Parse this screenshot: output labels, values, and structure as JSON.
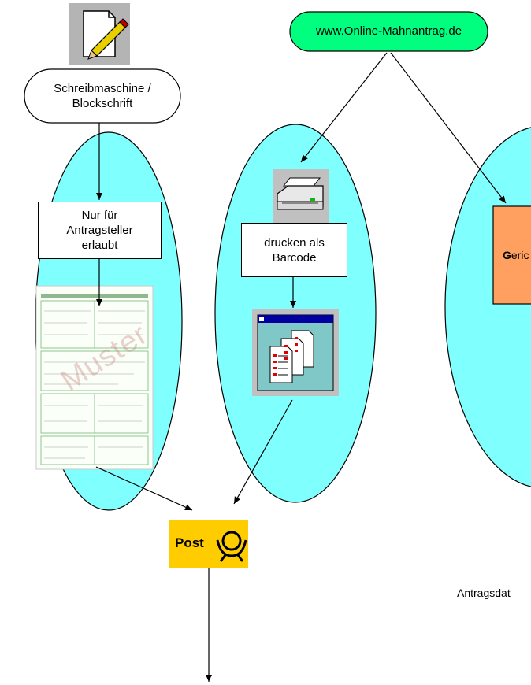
{
  "nodes": {
    "online_portal": "www.Online-Mahnantrag.de",
    "typewriter": [
      "Schreibmaschine /",
      "Blockschrift"
    ],
    "applicant_only": [
      "Nur für",
      "Antragsteller",
      "erlaubt"
    ],
    "print_barcode": [
      "drucken als",
      "Barcode"
    ],
    "court_partial": "Geric",
    "form_watermark": "Muster",
    "post": "Post",
    "application_data_partial": "Antragsdat"
  },
  "icons": [
    "edit-document-icon",
    "printer-icon",
    "documents-window-icon",
    "form-document-icon",
    "post-horn-icon"
  ],
  "colors": {
    "ellipse_fill": "#80ffff",
    "portal_fill": "#00ff7f",
    "court_fill": "#ffa060",
    "post_yellow": "#ffcc00"
  }
}
